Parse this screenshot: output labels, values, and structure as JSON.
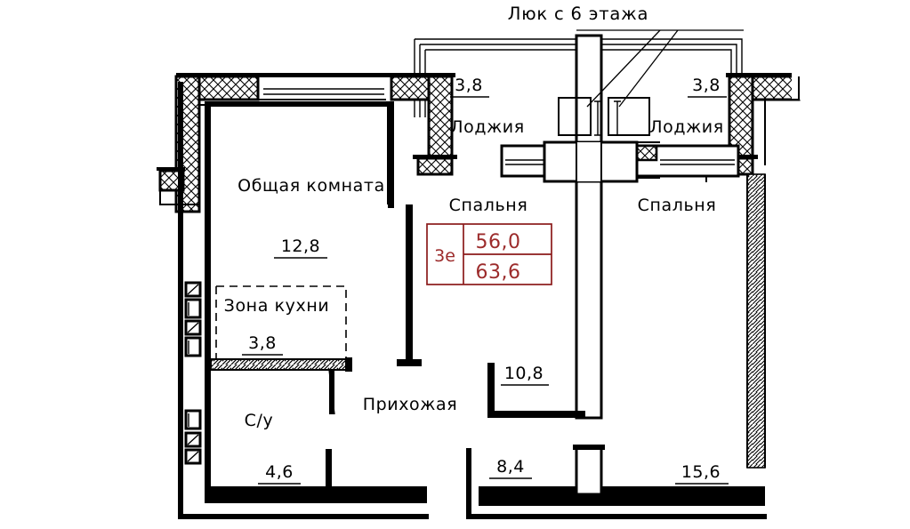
{
  "plan": {
    "title_note": "Люк с 6 этажа",
    "rooms": [
      {
        "id": "living",
        "label": "Общая комната",
        "area": "12,8"
      },
      {
        "id": "kitchen",
        "label": "Зона кухни",
        "area": "3,8"
      },
      {
        "id": "bathroom",
        "label": "С/у",
        "area": "4,6"
      },
      {
        "id": "hall",
        "label": "Прихожая",
        "area": ""
      },
      {
        "id": "bedroom1",
        "label": "Спальня",
        "area": "10,8"
      },
      {
        "id": "bedroom2",
        "label": "Спальня",
        "area": "15,6"
      },
      {
        "id": "loggia1",
        "label": "Лоджия",
        "area": "3,8"
      },
      {
        "id": "loggia2",
        "label": "Лоджия",
        "area": "3,8"
      }
    ],
    "extra_areas": [
      {
        "id": "corridor",
        "area": "8,4"
      }
    ],
    "summary": {
      "type_code": "3е",
      "area_living": "56,0",
      "area_total": "63,6",
      "accent_color": "#9c2b2b"
    },
    "colors": {
      "wall": "#000000",
      "background": "#ffffff",
      "summary_accent": "#9c2b2b"
    }
  }
}
